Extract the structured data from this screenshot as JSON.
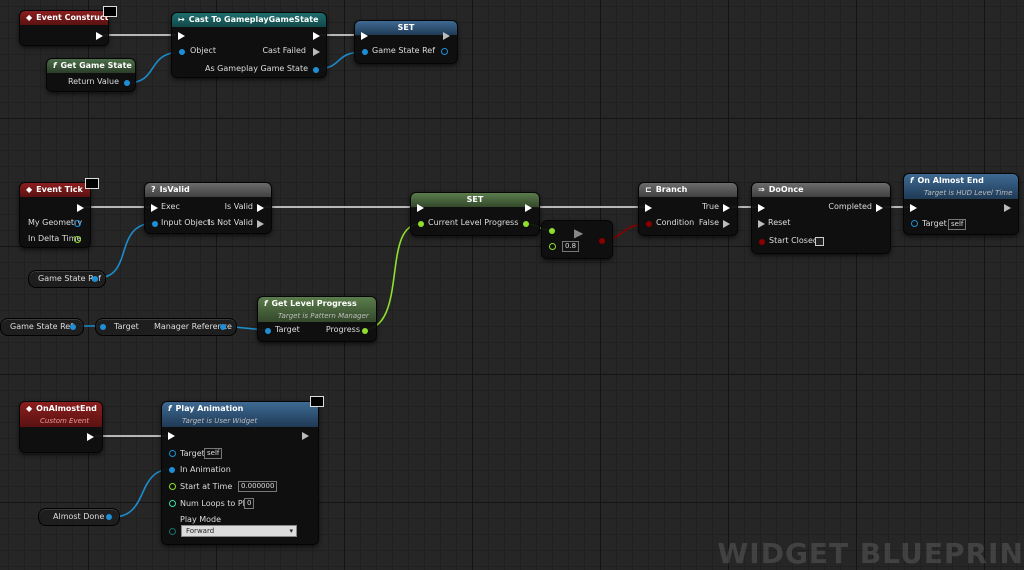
{
  "watermark": "WIDGET BLUEPRINT",
  "colors": {
    "exec": "#ffffff",
    "object": "#1e8fd6",
    "float": "#8fe02c",
    "bool": "#8a0000",
    "wire_object": "#1c8ccc",
    "wire_float": "#8fe02c"
  },
  "event_construct": {
    "title": "Event Construct",
    "monitor_icon": "monitor-icon"
  },
  "cast": {
    "title": "Cast To GameplayGameState",
    "object": "Object",
    "cast_failed": "Cast Failed",
    "as_state": "As Gameplay Game State"
  },
  "set1": {
    "title": "SET",
    "pin": "Game State Ref"
  },
  "get_game_state": {
    "title": "Get Game State",
    "return_value": "Return Value"
  },
  "event_tick": {
    "title": "Event Tick",
    "my_geometry": "My Geometry",
    "in_delta_time": "In Delta Time"
  },
  "isvalid": {
    "title": "IsValid",
    "exec": "Exec",
    "is_valid": "Is Valid",
    "input_object": "Input Object",
    "is_not_valid": "Is Not Valid"
  },
  "var_gsr1": {
    "label": "Game State Ref"
  },
  "set2": {
    "title": "SET",
    "pin": "Current Level Progress"
  },
  "compare": {
    "value": "0.8"
  },
  "branch": {
    "title": "Branch",
    "true": "True",
    "condition": "Condition",
    "false": "False"
  },
  "doonce": {
    "title": "DoOnce",
    "completed": "Completed",
    "reset": "Reset",
    "start_closed": "Start Closed"
  },
  "on_almost_end": {
    "title": "On Almost End",
    "subtitle": "Target is HUD Level Time",
    "target": "Target",
    "self": "self"
  },
  "var_gsr2": {
    "label": "Game State Ref"
  },
  "get_manager": {
    "target": "Target",
    "manager_ref": "Manager Reference"
  },
  "get_level_progress": {
    "title": "Get Level Progress",
    "subtitle": "Target is Pattern Manager",
    "target": "Target",
    "progress": "Progress"
  },
  "custom_event": {
    "title": "OnAlmostEnd",
    "subtitle": "Custom Event"
  },
  "play_animation": {
    "title": "Play Animation",
    "subtitle": "Target is User Widget",
    "target": "Target",
    "self": "self",
    "in_animation": "In Animation",
    "start_at_time": "Start at Time",
    "start_value": "0.000000",
    "num_loops": "Num Loops to Play",
    "loops_value": "0",
    "play_mode": "Play Mode",
    "play_mode_value": "Forward"
  },
  "var_almost_done": {
    "label": "Almost Done"
  }
}
